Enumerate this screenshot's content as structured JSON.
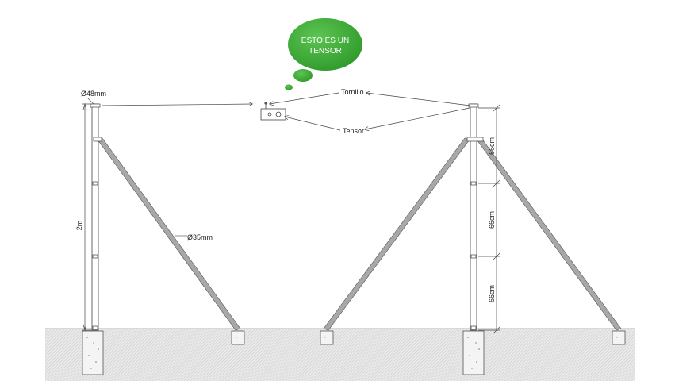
{
  "bubble": {
    "line1": "ESTO ES UN",
    "line2": "TENSOR",
    "color": "#3aa935"
  },
  "labels": {
    "post_diameter": "Ø48mm",
    "brace_diameter": "Ø35mm",
    "height": "2m",
    "tornillo": "Tornillo",
    "tensor": "Tensor",
    "seg1": "66cm",
    "seg2": "66cm",
    "seg3": "66cm"
  },
  "colors": {
    "brace": "#9e9e9e",
    "ground": "#e6e6e6",
    "concrete": "#f2f2f2",
    "line": "#444444"
  }
}
